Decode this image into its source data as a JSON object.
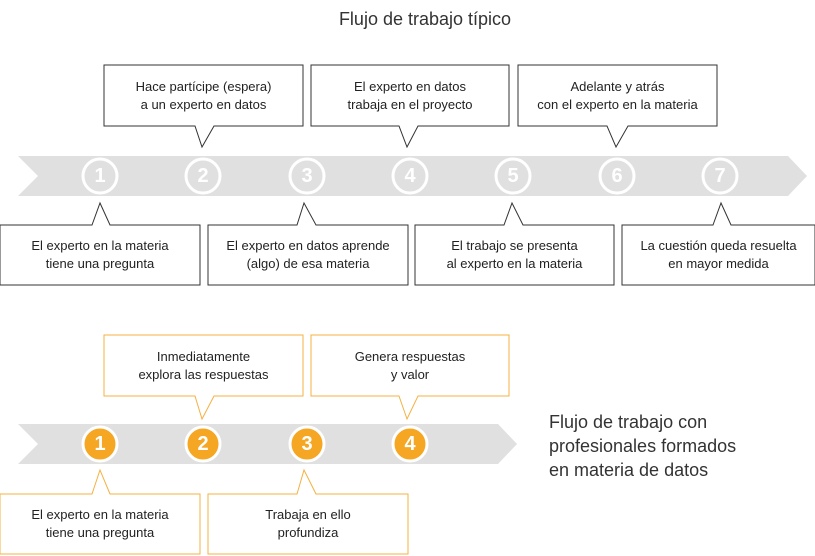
{
  "top_title": "Flujo de trabajo típico",
  "bottom_title": [
    "Flujo de trabajo con",
    "profesionales formados",
    "en materia de datos"
  ],
  "colors": {
    "arrow": "#e0e0e0",
    "circle_top": "#e0e0e0",
    "circle_bottom": "#f5a623",
    "border_top": "#333333",
    "border_bottom": "#f5b041"
  },
  "top_steps": [
    "1",
    "2",
    "3",
    "4",
    "5",
    "6",
    "7"
  ],
  "bottom_steps": [
    "1",
    "2",
    "3",
    "4"
  ],
  "top_callouts_above": [
    [
      "Hace partícipe (espera)",
      "a un experto en datos"
    ],
    [
      "El experto en datos",
      "trabaja en el proyecto"
    ],
    [
      "Adelante y atrás",
      "con el experto en la materia"
    ]
  ],
  "top_callouts_below": [
    [
      "El experto en la materia",
      "tiene una pregunta"
    ],
    [
      "El experto en datos aprende",
      "(algo) de esa materia"
    ],
    [
      "El trabajo se presenta",
      "al experto en la materia"
    ],
    [
      "La cuestión queda resuelta",
      "en mayor medida"
    ]
  ],
  "bottom_callouts_above": [
    [
      "Inmediatamente",
      "explora las respuestas"
    ],
    [
      "Genera respuestas",
      "y valor"
    ]
  ],
  "bottom_callouts_below": [
    [
      "El experto en la materia",
      "tiene una pregunta"
    ],
    [
      "Trabaja en ello",
      "profundiza"
    ]
  ]
}
